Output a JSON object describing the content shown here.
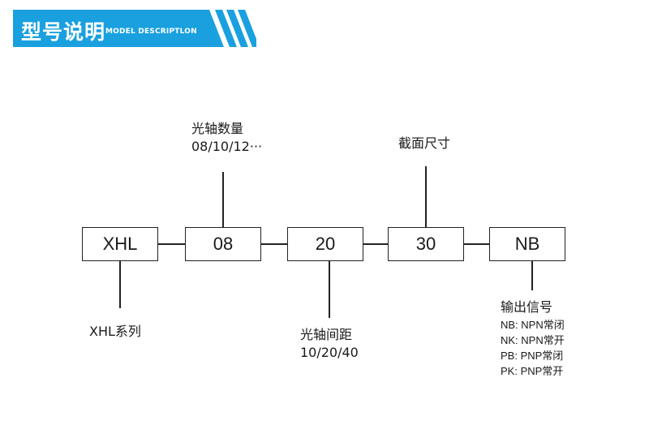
{
  "header": {
    "title": "型号说明",
    "subtitle": "MODEL DESCRIPTLON",
    "bg_color": "#1aa0df"
  },
  "boxes": [
    "XHL",
    "08",
    "20",
    "30",
    "NB"
  ],
  "labels": {
    "xhl_series": "XHL系列",
    "shaft_qty_title": "光轴数量",
    "shaft_qty_values": "08/10/12···",
    "shaft_spacing_title": "光轴间距",
    "shaft_spacing_values": "10/20/40",
    "section_size": "截面尺寸",
    "output_title": "输出信号",
    "output_options": [
      "NB:  NPN常闭",
      "NK:  NPN常开",
      "PB:   PNP常闭",
      "PK:   PNP常开"
    ]
  }
}
